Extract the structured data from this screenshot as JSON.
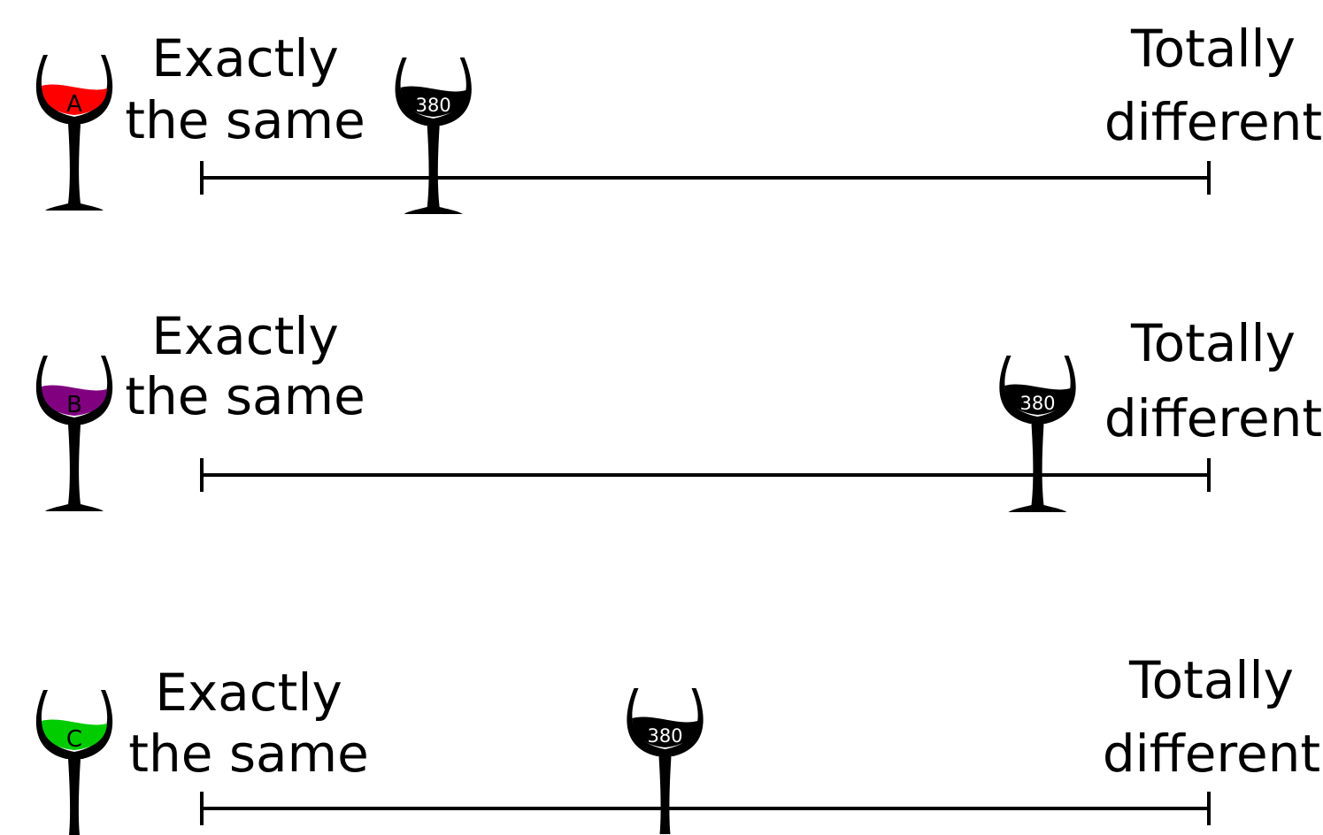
{
  "rows": [
    {
      "wine_label": "A",
      "wine_color": "#ff0000",
      "left_label_line1": "Exactly",
      "left_label_line2": "the same",
      "right_label_line1": "Totally",
      "right_label_line2": "different",
      "marker_text": "380",
      "marker_fraction": 0.23
    },
    {
      "wine_label": "B",
      "wine_color": "#800080",
      "left_label_line1": "Exactly",
      "left_label_line2": "the same",
      "right_label_line1": "Totally",
      "right_label_line2": "different",
      "marker_text": "380",
      "marker_fraction": 0.83
    },
    {
      "wine_label": "C",
      "wine_color": "#00cc00",
      "left_label_line1": "Exactly",
      "left_label_line2": "the same",
      "right_label_line1": "Totally",
      "right_label_line2": "different",
      "marker_text": "380",
      "marker_fraction": 0.46
    }
  ]
}
